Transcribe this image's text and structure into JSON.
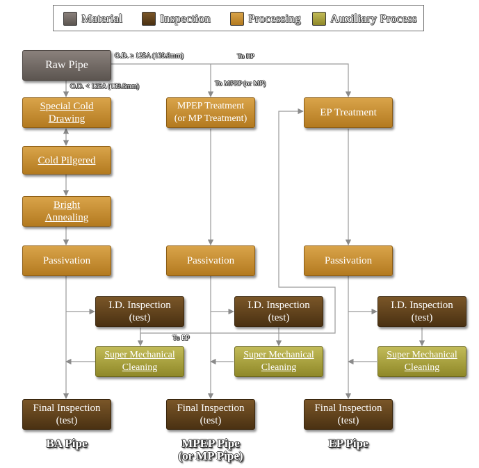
{
  "legend": {
    "material": "Material",
    "inspection": "Inspection",
    "processing": "Processing",
    "auxiliary": "Auxiliary Process",
    "colors": {
      "material": "#7a726d",
      "inspection": "#63431c",
      "processing": "#c98f2f",
      "auxiliary": "#a9a23c"
    }
  },
  "nodes": {
    "raw_pipe": "Raw Pipe",
    "special_cold_drawing": [
      "Special Cold",
      "Drawing"
    ],
    "cold_pilgered": "Cold Pilgered",
    "bright_annealing": [
      "Bright",
      "Annealing"
    ],
    "passivation_ba": "Passivation",
    "id_inspection_ba": [
      "I.D. Inspection",
      "(test)"
    ],
    "smc_ba": [
      "Super Mechanical",
      "Cleaning"
    ],
    "final_ba": [
      "Final Inspection",
      "(test)"
    ],
    "mpep_treatment": [
      "MPEP Treatment",
      "(or MP Treatment)"
    ],
    "passivation_mpep": "Passivation",
    "id_inspection_mpep": [
      "I.D. Inspection",
      "(test)"
    ],
    "smc_mpep": [
      "Super Mechanical",
      "Cleaning"
    ],
    "final_mpep": [
      "Final Inspection",
      "(test)"
    ],
    "ep_treatment": "EP Treatment",
    "passivation_ep": "Passivation",
    "id_inspection_ep": [
      "I.D. Inspection",
      "(test)"
    ],
    "smc_ep": [
      "Super Mechanical",
      "Cleaning"
    ],
    "final_ep": [
      "Final Inspection",
      "(test)"
    ]
  },
  "edge_labels": {
    "od_ge": "O.D. ≥ 125A (139.8mm)",
    "od_lt": "O.D. < 125A (139.8mm)",
    "to_ep_top": "To EP",
    "to_mpep": "To MPEP (or MP)",
    "to_ep_mid": "To EP"
  },
  "outputs": {
    "ba": "BA Pipe",
    "mpep": [
      "MPEP Pipe",
      "(or MP Pipe)"
    ],
    "ep": "EP Pipe"
  }
}
